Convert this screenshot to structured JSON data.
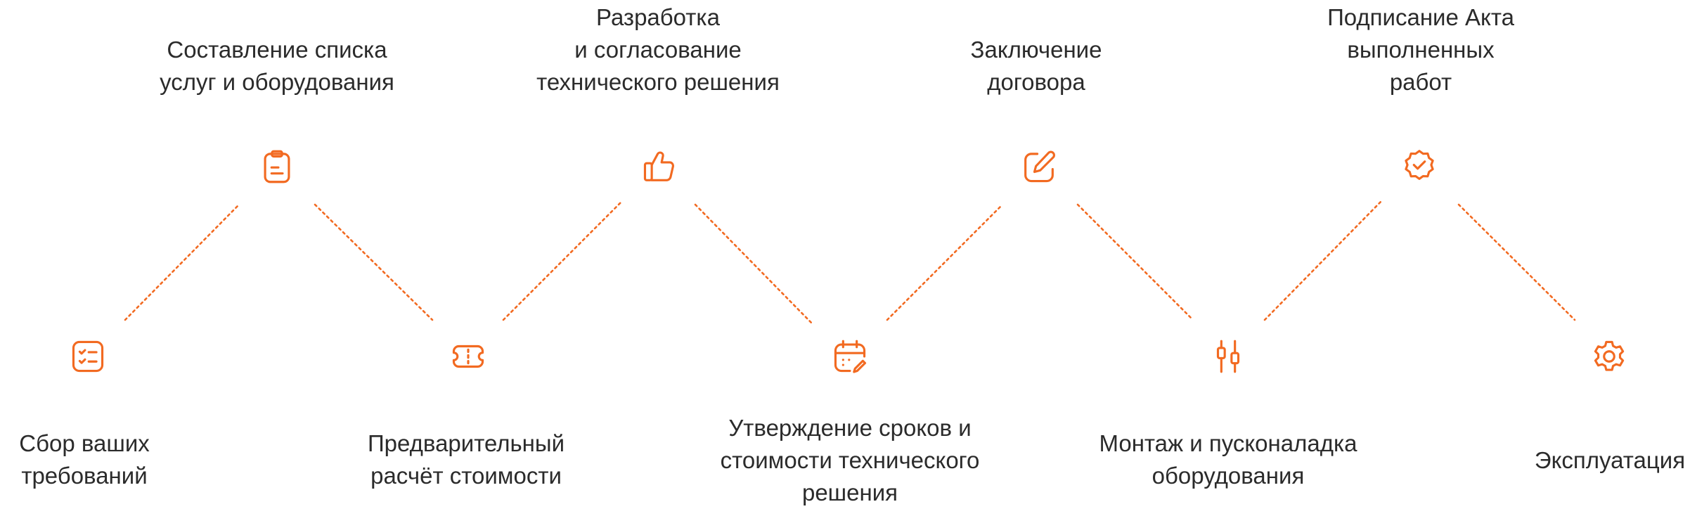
{
  "accent_color": "#F26A21",
  "steps": [
    {
      "label_lines": [
        "Сбор ваших",
        "требований"
      ],
      "icon": "checklist-icon"
    },
    {
      "label_lines": [
        "Составление списка",
        "услуг и оборудования"
      ],
      "icon": "clipboard-icon"
    },
    {
      "label_lines": [
        "Предварительный",
        "расчёт стоимости"
      ],
      "icon": "ticket-icon"
    },
    {
      "label_lines": [
        "Разработка",
        "и согласование",
        "технического решения"
      ],
      "icon": "thumbs-up-icon"
    },
    {
      "label_lines": [
        "Утверждение сроков и",
        "стоимости технического",
        "решения"
      ],
      "icon": "calendar-edit-icon"
    },
    {
      "label_lines": [
        "Заключение",
        "договора"
      ],
      "icon": "pencil-square-icon"
    },
    {
      "label_lines": [
        "Монтаж и пусконаладка",
        "оборудования"
      ],
      "icon": "candlestick-icon"
    },
    {
      "label_lines": [
        "Подписание Акта",
        "выполненных",
        "работ"
      ],
      "icon": "badge-check-icon"
    },
    {
      "label_lines": [
        "Эксплуатация"
      ],
      "icon": "gear-icon"
    }
  ]
}
